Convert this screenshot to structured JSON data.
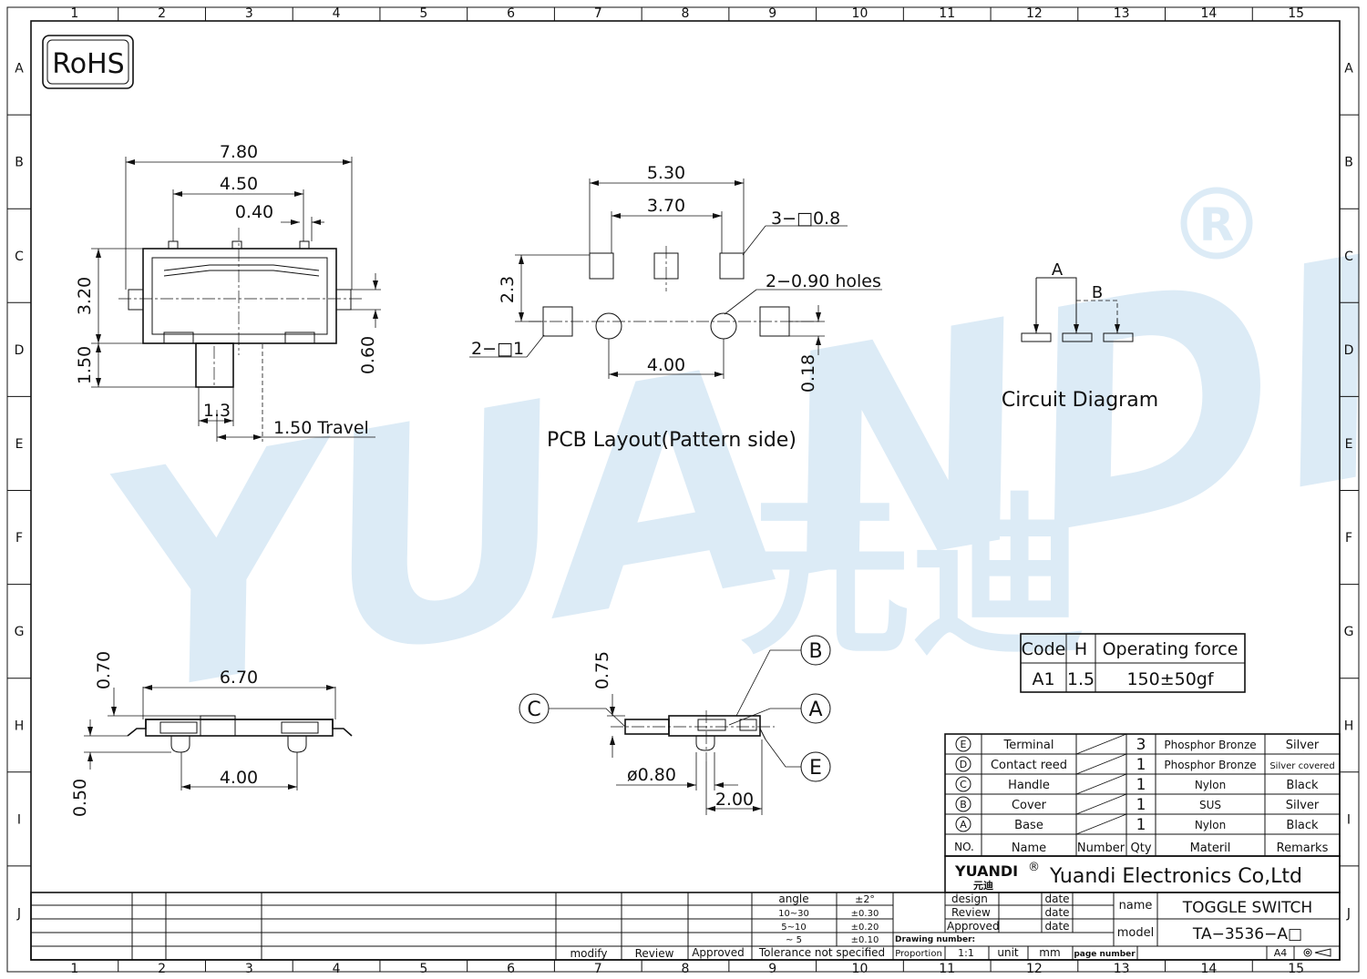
{
  "rohs": "RoHS",
  "grid": {
    "cols": [
      "1",
      "2",
      "3",
      "4",
      "5",
      "6",
      "7",
      "8",
      "9",
      "10",
      "11",
      "12",
      "13",
      "14",
      "15"
    ],
    "rows": [
      "A",
      "B",
      "C",
      "D",
      "E",
      "F",
      "G",
      "H",
      "I",
      "J"
    ]
  },
  "watermark": {
    "brand": "YUANDI",
    "chinese": "元迪",
    "reg": "®"
  },
  "top_view": {
    "d_780": "7.80",
    "d_450": "4.50",
    "d_040": "0.40",
    "d_320": "3.20",
    "d_150": "1.50",
    "d_060": "0.60",
    "d_13": "1.3",
    "travel": "1.50 Travel"
  },
  "pcb": {
    "d_530": "5.30",
    "d_370": "3.70",
    "pad3": "3−□0.8",
    "d_23": "2.3",
    "holes": "2−0.90 holes",
    "pad2": "2−□1",
    "d_400": "4.00",
    "d_018": "0.18",
    "title": "PCB Layout(Pattern side)"
  },
  "circuit": {
    "a": "A",
    "b": "B",
    "title": "Circuit Diagram"
  },
  "side_view": {
    "d_070": "0.70",
    "d_670": "6.70",
    "d_400": "4.00",
    "d_050": "0.50"
  },
  "end_view": {
    "d_075": "0.75",
    "d_080": "ø0.80",
    "d_200": "2.00",
    "callouts": {
      "b": "B",
      "c": "C",
      "a": "A",
      "e": "E"
    }
  },
  "force_table": {
    "headers": [
      "Code",
      "H",
      "Operating force"
    ],
    "row": [
      "A1",
      "1.5",
      "150±50gf"
    ]
  },
  "bom": {
    "rows": [
      {
        "no": "E",
        "name": "Terminal",
        "qty": "3",
        "material": "Phosphor Bronze",
        "remarks": "Silver"
      },
      {
        "no": "D",
        "name": "Contact reed",
        "qty": "1",
        "material": "Phosphor Bronze",
        "remarks": "Silver covered"
      },
      {
        "no": "C",
        "name": "Handle",
        "qty": "1",
        "material": "Nylon",
        "remarks": "Black"
      },
      {
        "no": "B",
        "name": "Cover",
        "qty": "1",
        "material": "SUS",
        "remarks": "Silver"
      },
      {
        "no": "A",
        "name": "Base",
        "qty": "1",
        "material": "Nylon",
        "remarks": "Black"
      }
    ],
    "headers": {
      "no": "NO.",
      "name": "Name",
      "number": "Number",
      "qty": "Qty",
      "material": "Materil",
      "remarks": "Remarks"
    }
  },
  "title_block": {
    "logo": "YUANDI",
    "logo_cn": "元迪",
    "reg": "®",
    "company": "Yuandi Electronics Co,Ltd",
    "design": "design",
    "review": "Review",
    "approved": "Approved",
    "date1": "date",
    "date2": "date",
    "date3": "date",
    "drawing_number": "Drawing number:",
    "name_label": "name",
    "name_value": "TOGGLE SWITCH",
    "model_label": "model",
    "model_value": "TA−3536−A□",
    "proportion": "Proportion",
    "scale": "1:1",
    "unit": "unit",
    "mm": "mm",
    "page_number": "page number",
    "size": "A4",
    "modify": "modify",
    "rev": "Review",
    "appr": "Approved",
    "tolerance": "Tolerance not specified",
    "tol_rows": [
      {
        "range": "angle",
        "tol": "±2°"
      },
      {
        "range": "10~30",
        "tol": "±0.30"
      },
      {
        "range": "5~10",
        "tol": "±0.20"
      },
      {
        "range": "~ 5",
        "tol": "±0.10"
      }
    ]
  }
}
